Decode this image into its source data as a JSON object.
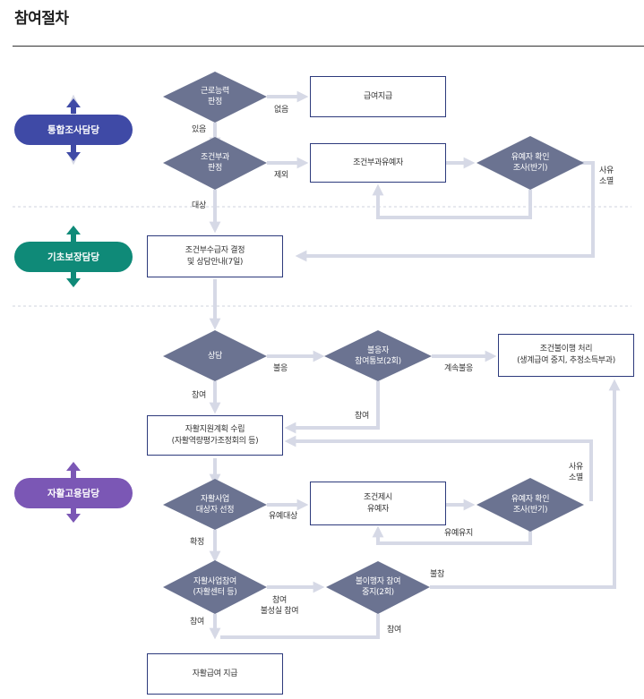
{
  "title": "참여절차",
  "roles": {
    "integrated": "통합조사담당",
    "basic": "기초보장담당",
    "selfsupport": "자활고용담당"
  },
  "role_colors": {
    "integrated": "#3f4aa6",
    "basic": "#0f8a78",
    "selfsupport": "#7b57b5"
  },
  "diamond_color": "#6b7391",
  "arrow_color": "#d6d9e6",
  "nodes": {
    "work_ability": [
      "근로능력",
      "판정"
    ],
    "benefit_pay": "급여지급",
    "condition_judge": [
      "조건부과",
      "판정"
    ],
    "condition_deferred": "조건부과유예자",
    "deferred_check_1": [
      "유예자 확인",
      "조사(반기)"
    ],
    "condition_decision": [
      "조건부수급자 결정",
      "및 상담안내(7일)"
    ],
    "consult": "상담",
    "nonresponse_notice": [
      "불응자",
      "참여통보(2회)"
    ],
    "noncompliance": [
      "조건불이행 처리",
      "(생계급여 중지, 추정소득부과)"
    ],
    "plan": [
      "자활지원계획 수립",
      "(자활역량평가조정회의 등)"
    ],
    "selection": [
      "자활사업",
      "대상자 선정"
    ],
    "presentation_deferred": [
      "조건제시",
      "유예자"
    ],
    "deferred_check_2": [
      "유예자 확인",
      "조사(반기)"
    ],
    "participation": [
      "자활사업참여",
      "(자활센터 등)"
    ],
    "stop_notice": [
      "불이행자 참여",
      "중지(2회)"
    ],
    "self_benefit": "자활급여 지급"
  },
  "edge_labels": {
    "none": "없음",
    "exists": "있음",
    "excluded": "제외",
    "target": "대상",
    "reason_lapse_1": [
      "사유",
      "소멸"
    ],
    "refuse": "불응",
    "participate_1": "참여",
    "continued_refusal": "계속불응",
    "participate_2": "참여",
    "reason_lapse_2": [
      "사유",
      "소멸"
    ],
    "deferred_target": "유예대상",
    "confirmed": "확정",
    "deferral_keep": "유예유지",
    "participate_bad": [
      "참여",
      "불성실 참여"
    ],
    "nonparticipation": "불참",
    "participate_3": "참여",
    "participate_4": "참여"
  }
}
